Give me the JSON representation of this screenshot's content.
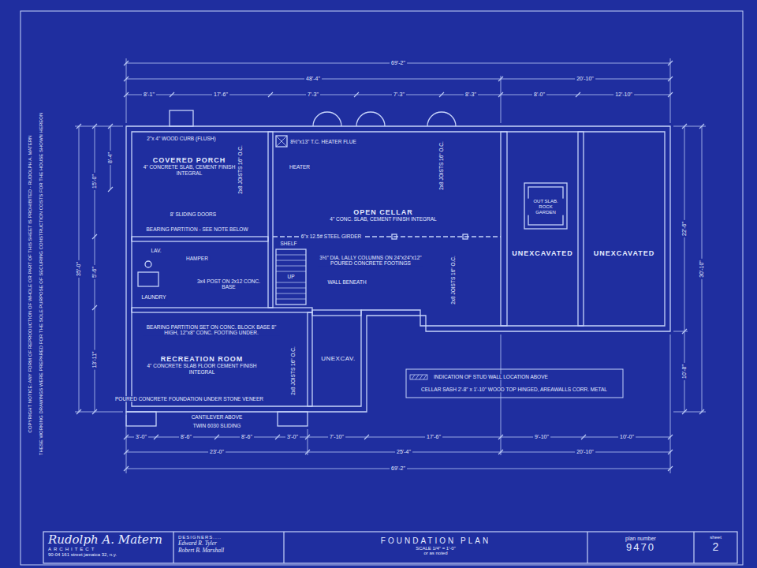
{
  "diagram": {
    "nodes": [
      {
        "text": [
          "COVERED PORCH",
          "4\" CONCRETE SLAB, CEMENT FINISH INTEGRAL"
        ]
      },
      {
        "text": [
          "OPEN CELLAR",
          "4\" CONC. SLAB, CEMENT FINISH INTEGRAL"
        ]
      },
      {
        "text": [
          "RECREATION ROOM",
          "4\" CONCRETE SLAB FLOOR CEMENT FINISH INTEGRAL"
        ]
      },
      {
        "text": [
          "UNEXCAVATED"
        ]
      },
      {
        "text": [
          "UNEXCAVATED"
        ]
      },
      {
        "text": [
          "UNEXCAV."
        ]
      },
      {
        "text": [
          "Rudolph A. Matern",
          "ARCHITECT",
          "90-04 161 street jamaica 32, n.y."
        ]
      },
      {
        "text": [
          "DESIGNERS....",
          "Edward R. Tyler",
          "Robert B. Marshall"
        ]
      },
      {
        "text": [
          "FOUNDATION PLAN",
          "SCALE 1/4\" = 1'-0\"",
          "or as noted"
        ]
      },
      {
        "text": [
          "plan number",
          "9470"
        ]
      },
      {
        "text": [
          "sheet",
          "2"
        ]
      }
    ],
    "labels": [
      "69'-2\"",
      "48'-4\"",
      "20'-10\"",
      "8'-1\"",
      "17'-6\"",
      "7'-3\"",
      "7'-3\"",
      "8'-3\"",
      "8'-0\"",
      "12'-10\"",
      "3'-0\"",
      "8'-6\"",
      "8'-6\"",
      "3'-0\"",
      "7'-10\"",
      "17'-6\"",
      "9'-10\"",
      "10'-0\"",
      "23'-0\"",
      "25'-4\"",
      "20'-10\"",
      "69'-2\"",
      "35'-0\"",
      "15'-0\"",
      "5'-6\"",
      "13'-11\"",
      "8'-4\"",
      "22'-6\"",
      "10'-8\"",
      "30'-10\"",
      "2\"x 4\" WOOD CURB (FLUSH)",
      "8' SLIDING DOORS",
      "BEARING PARTITION - SEE NOTE BELOW",
      "LAV.",
      "HAMPER",
      "3x4 POST ON 2x12 CONC. BASE",
      "LAUNDRY",
      "SHELF",
      "UP",
      "6\"x 12.5# STEEL GIRDER",
      "3½\" DIA. LALLY COLUMNS ON 24\"x24\"x12\" POURED CONCRETE FOOTINGS",
      "WALL BENEATH",
      "8½\"x13\" T.C. HEATER FLUE",
      "HEATER",
      "2x8 JOISTS 16\" O.C.",
      "2x8 JOISTS 16\" O.C.",
      "2x8 JOISTS 16\" O.C.",
      "2x8 JOISTS 16\" O.C.",
      "BEARING PARTITION SET ON CONC. BLOCK BASE 8\" HIGH, 12\"x8\" CONC. FOOTING UNDER.",
      "POURED CONCRETE FOUNDATION UNDER STONE VENEER",
      "CANTILEVER ABOVE",
      "TWIN 6030 SLIDING",
      "OUT SLAB. ROCK GARDEN",
      "CELLAR SASH 2'-8\" x 1'-10\" WOOD TOP HINGED, AREAWALLS CORR. METAL",
      "COPYRIGHT NOTICE: ANY FORM OF REPRODUCTION OF WHOLE OR PART OF THIS SHEET IS PROHIBITED - RUDOLPH A. MATERN",
      "THESE WORKING DRAWINGS WERE PREPARED FOR THE SOLE PURPOSE OF SECURING CONSTRUCTION COSTS FOR THE HOUSE SHOWN HEREON"
    ],
    "legend": [
      {
        "text": "INDICATION OF STUD WALL LOCATION ABOVE"
      }
    ]
  }
}
